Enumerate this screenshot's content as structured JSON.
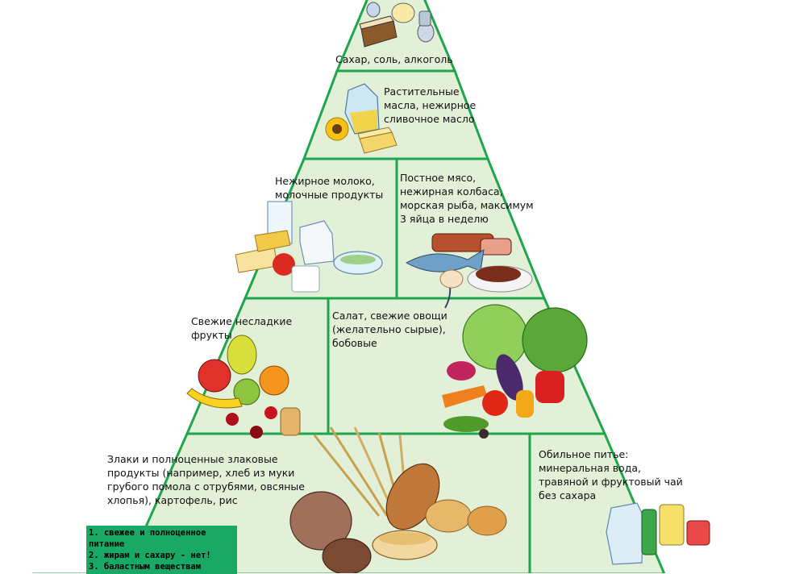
{
  "colors": {
    "tier_fill": "#e3f0d8",
    "tier_border": "#1fa64c",
    "note_fill": "#19a866"
  },
  "tiers": {
    "tier1": {
      "label": "Сахар, соль, алкоголь"
    },
    "tier2": {
      "label": "Растительные\nмасла, нежирное\nсливочное масло"
    },
    "tier3": {
      "dairy": "Нежирное молоко,\nмолочные продукты",
      "meat": "Постное мясо,\nнежирная колбаса,\nморская рыба, максимум\n3 яйца в неделю"
    },
    "tier4": {
      "fruits": "Свежие несладкие\nфрукты",
      "vegetables": "Салат, свежие овощи\n(желательно сырые),\nбобовые"
    },
    "tier5": {
      "grains": "Злаки и полноценные злаковые\nпродукты (например, хлеб из муки\nгрубого помола с отрубями, овсяные\nхлопья), картофель, рис",
      "drinks": "Обильное питье:\nминеральная вода,\nтравяной и фруктовый чай\nбез сахара"
    }
  },
  "note": {
    "text": "1. свежее и полноценное\nпитание\n2. жирам и сахару - нет!\n3. баластным веществам"
  },
  "icons": [
    "cake-icon",
    "sugar-bowl-icon",
    "oil-bottle-icon",
    "sunflower-icon",
    "butter-icon",
    "milk-glass-icon",
    "cheese-icon",
    "milk-jug-icon",
    "yogurt-bowl-icon",
    "meat-icon",
    "fish-icon",
    "eggs-icon",
    "steak-plate-icon",
    "fruit-basket-icon",
    "banana-icon",
    "cherries-icon",
    "cabbage-icon",
    "vegetables-icon",
    "bread-icon",
    "wheat-icon",
    "porridge-bowl-icon",
    "water-jug-icon",
    "juice-glass-icon"
  ]
}
